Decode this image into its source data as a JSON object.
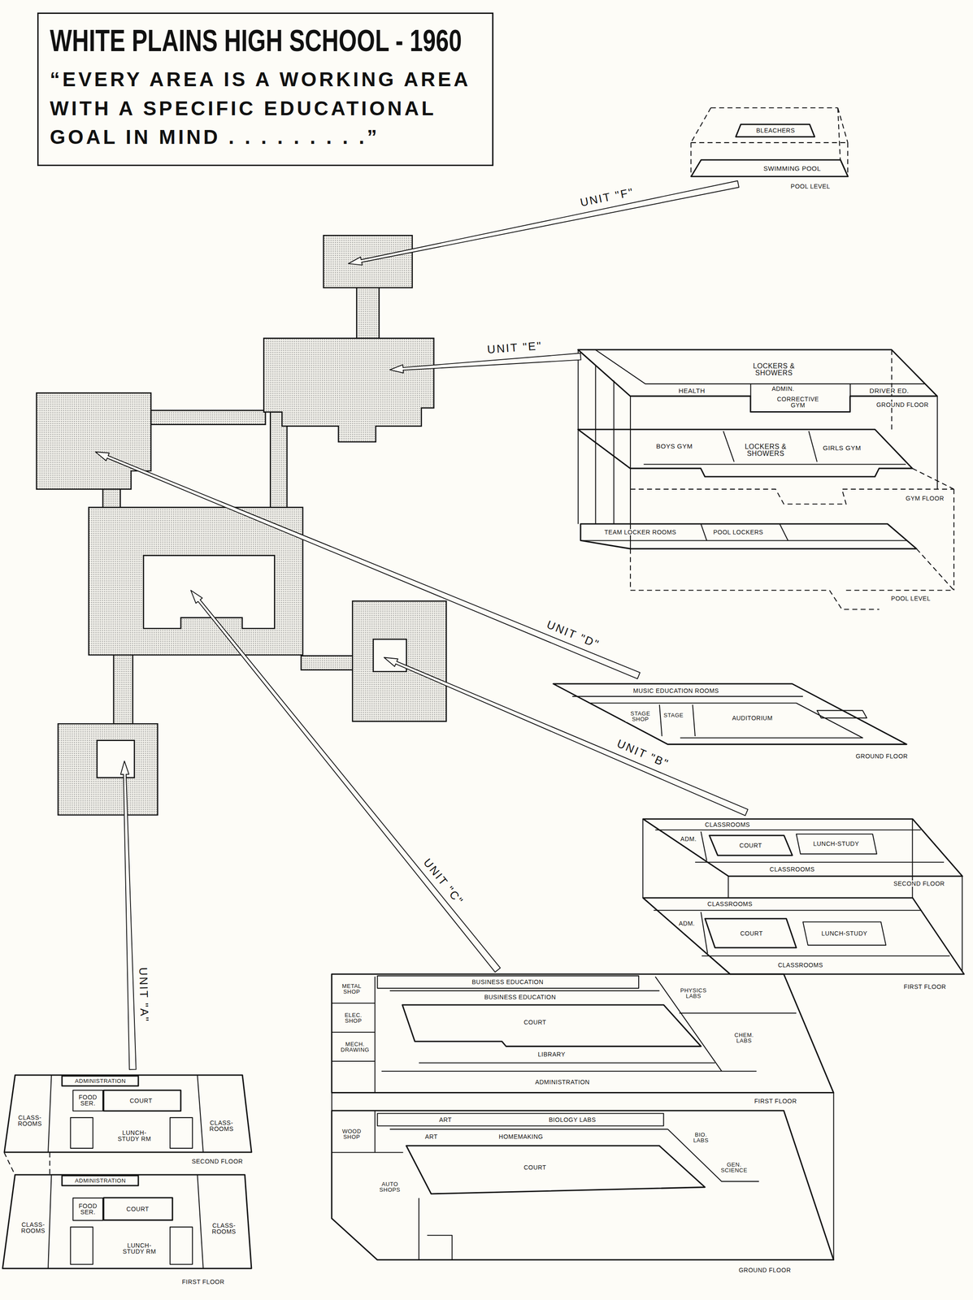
{
  "diagram": {
    "nodes": [
      {
        "text": [
          "WHITE PLAINS HIGH SCHOOL - 1960",
          "“EVERY AREA IS A WORKING AREA WITH A SPECIFIC EDUCATIONAL GOAL IN MIND . . . . . . . . .”"
        ]
      },
      {
        "text": [
          "BLEACHERS"
        ]
      },
      {
        "text": [
          "SWIMMING POOL",
          "POOL LEVEL"
        ]
      },
      {
        "text": [
          "LOCKERS & SHOWERS",
          "HEALTH",
          "ADMIN.",
          "CORRECTIVE GYM",
          "DRIVER ED.",
          "GROUND FLOOR"
        ]
      },
      {
        "text": [
          "BOYS GYM",
          "LOCKERS & SHOWERS",
          "GIRLS GYM",
          "GYM FLOOR"
        ]
      },
      {
        "text": [
          "TEAM LOCKER ROOMS",
          "POOL LOCKERS",
          "POOL LEVEL"
        ]
      },
      {
        "text": [
          "MUSIC EDUCATION ROOMS",
          "STAGE SHOP",
          "STAGE",
          "AUDITORIUM",
          "GROUND FLOOR"
        ]
      },
      {
        "text": [
          "CLASSROOMS",
          "ADM.",
          "LUNCH-STUDY",
          "CLASSROOMS",
          "SECOND FLOOR"
        ]
      },
      {
        "text": [
          "COURT"
        ],
        "in": 7
      },
      {
        "text": [
          "CLASSROOMS",
          "ADM.",
          "LUNCH-STUDY",
          "CLASSROOMS",
          "FIRST FLOOR"
        ]
      },
      {
        "text": [
          "COURT"
        ],
        "in": 9
      },
      {
        "text": [
          "BUSINESS EDUCATION",
          "BUSINESS EDUCATION",
          "METAL SHOP",
          "ELEC. SHOP",
          "MECH. DRAWING",
          "LIBRARY",
          "ADMINISTRATION",
          "PHYSICS LABS",
          "CHEM. LABS",
          "FIRST FLOOR"
        ]
      },
      {
        "text": [
          "COURT"
        ],
        "in": 11
      },
      {
        "text": [
          "ART",
          "BIOLOGY LABS",
          "ART",
          "HOMEMAKING",
          "WOOD SHOP",
          "AUTO SHOPS",
          "BIO. LABS",
          "GEN. SCIENCE",
          "GROUND FLOOR"
        ]
      },
      {
        "text": [
          "COURT"
        ],
        "in": 13
      },
      {
        "text": [
          "FOOD SER.",
          "CLASS- ROOMS",
          "LUNCH- STUDY RM",
          "CLASS- ROOMS",
          "SECOND FLOOR"
        ]
      },
      {
        "text": [
          "ADMINISTRATION"
        ],
        "in": 15
      },
      {
        "text": [
          "COURT"
        ],
        "in": 15
      },
      {
        "text": [
          "FOOD SER.",
          "CLASS- ROOMS",
          "LUNCH- STUDY RM",
          "CLASS- ROOMS",
          "FIRST FLOOR"
        ]
      },
      {
        "text": [
          "ADMINISTRATION"
        ],
        "in": 18
      },
      {
        "text": [
          "COURT"
        ],
        "in": 18
      }
    ],
    "labels": [
      "UNIT \"F\"",
      "UNIT \"E\"",
      "UNIT \"D\"",
      "UNIT \"B\"",
      "UNIT \"C\"",
      "UNIT \"A\""
    ]
  }
}
